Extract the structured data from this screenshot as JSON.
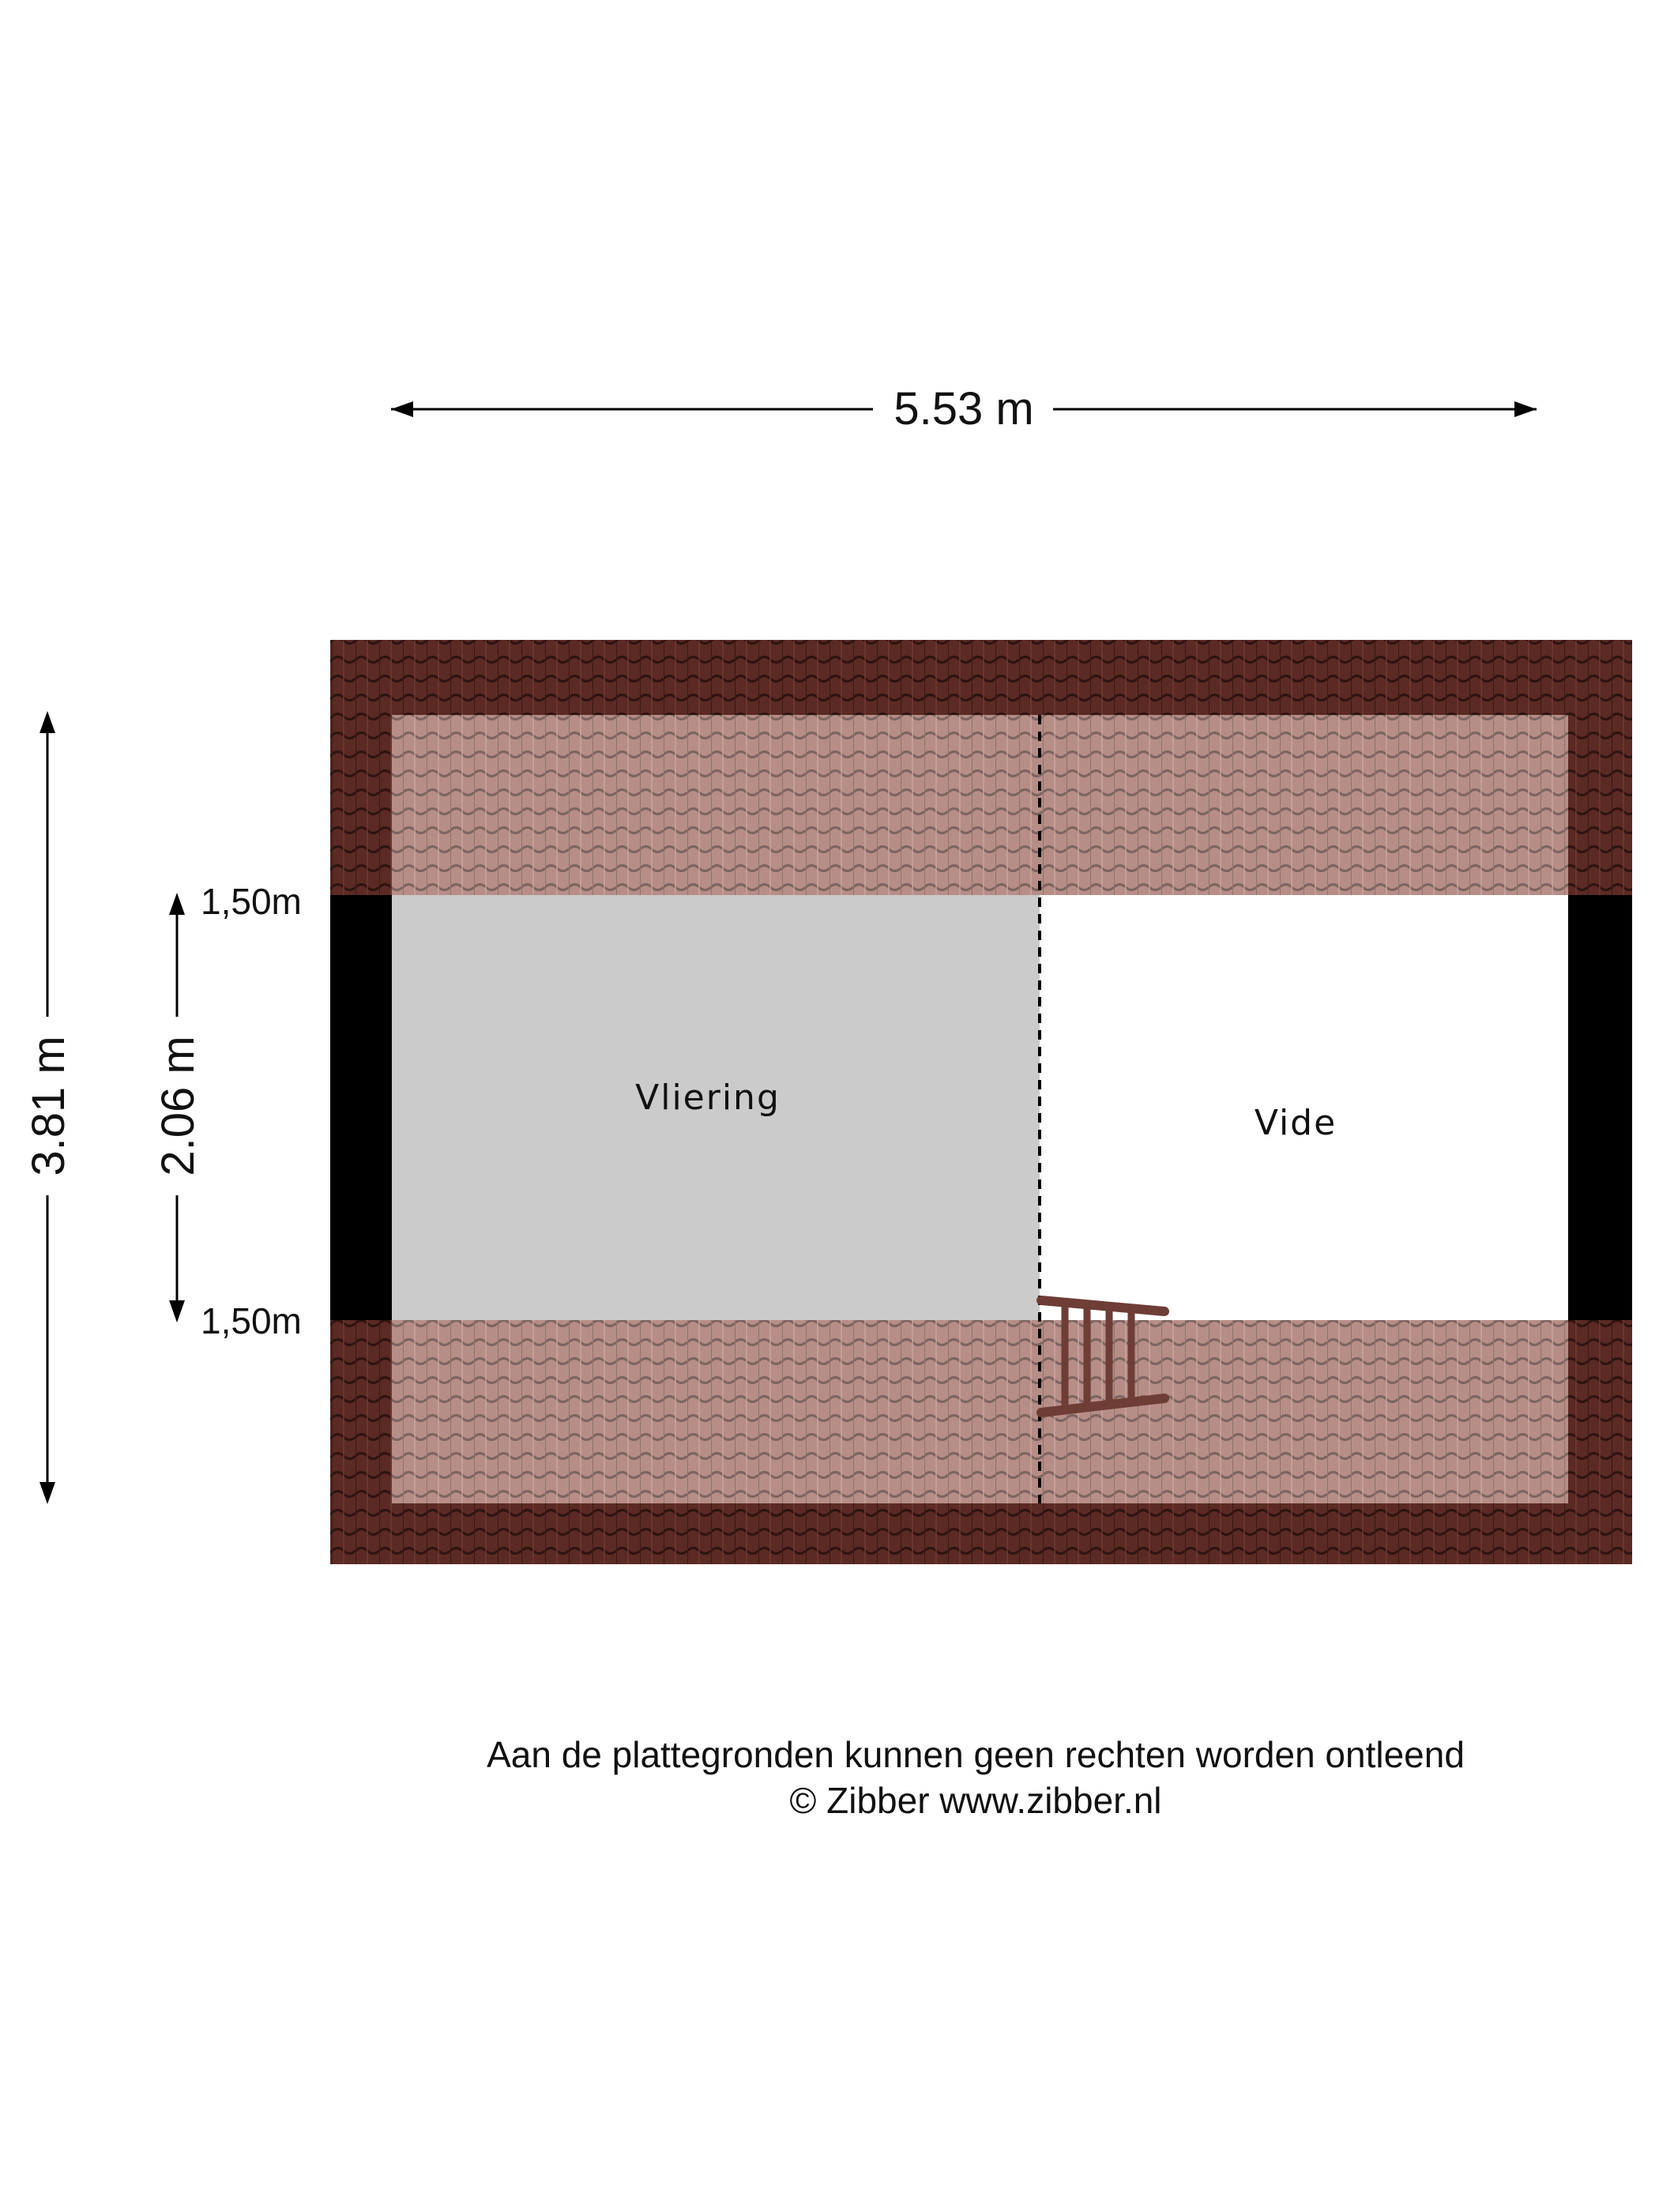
{
  "dimensions": {
    "width_total": "5.53 m",
    "height_total": "3.81 m",
    "height_inner": "2.06 m",
    "knee_top": "1,50m",
    "knee_bottom": "1,50m"
  },
  "rooms": {
    "left": "Vliering",
    "right": "Vide"
  },
  "footer": {
    "disclaimer": "Aan de plattegronden kunnen geen rechten worden ontleend",
    "copyright": "© Zibber www.zibber.nl"
  },
  "colors": {
    "roof_dark": "#5b2a24",
    "roof_light": "#b78e87",
    "attic_floor": "#cbcbcb",
    "wall": "#000000",
    "ladder": "#6e3d35"
  }
}
